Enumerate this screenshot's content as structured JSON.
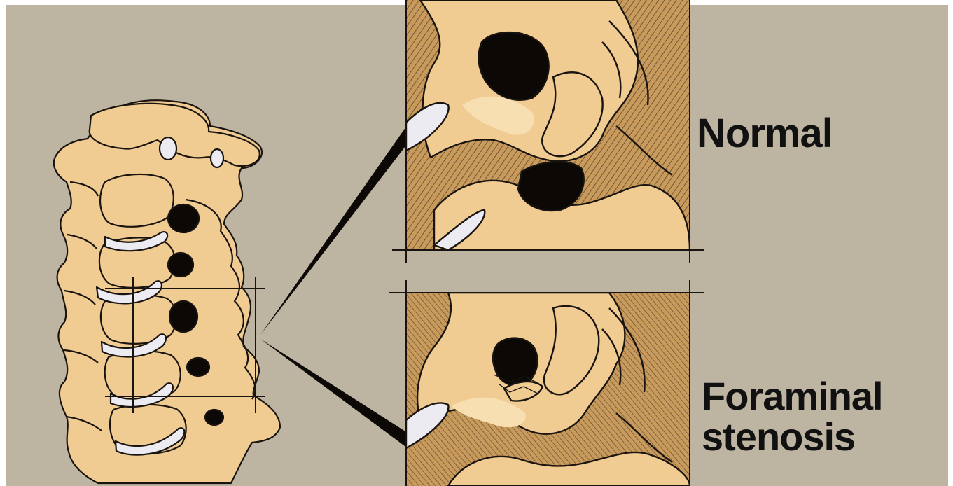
{
  "labels": {
    "normal": "Normal",
    "stenosis_line1": "Foraminal",
    "stenosis_line2": "stenosis"
  },
  "colors": {
    "background": "#bdb4a2",
    "bone": "#f0cc92",
    "bone_shadow": "#c89a5c",
    "outline": "#1a1410",
    "disc": "#ecebf2",
    "foramen": "#0b0806",
    "frame": "#ffffff"
  }
}
